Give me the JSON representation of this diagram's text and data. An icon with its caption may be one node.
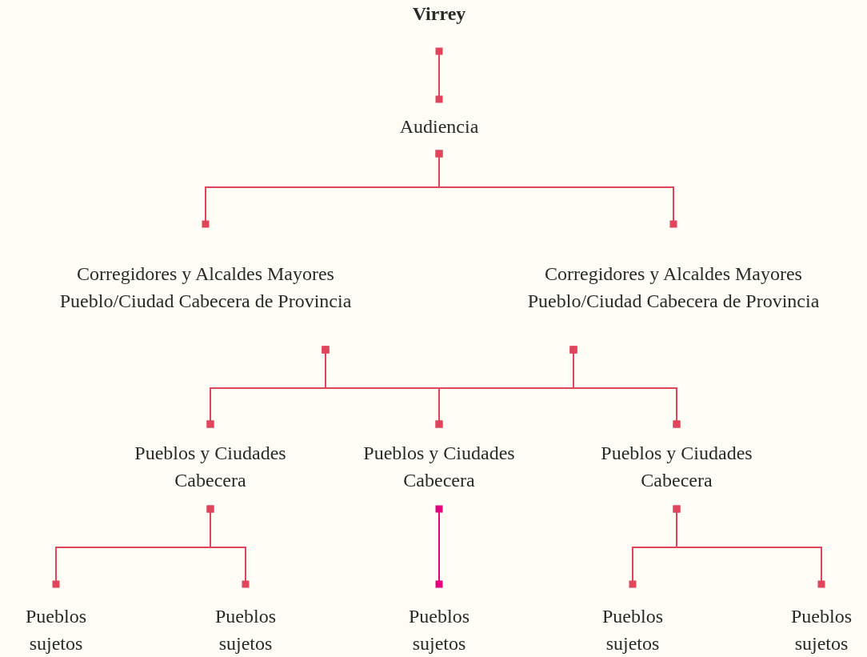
{
  "diagram": {
    "nodes": [
      {
        "text": [
          "Virrey"
        ]
      },
      {
        "text": [
          "Audiencia"
        ]
      },
      {
        "text": [
          "Corregidores y Alcaldes Mayores Pueblo/Ciudad Cabecera de Provincia"
        ]
      },
      {
        "text": [
          "Corregidores y Alcaldes Mayores Pueblo/Ciudad Cabecera de Provincia"
        ]
      },
      {
        "text": [
          "Pueblos y Ciudades Cabecera"
        ]
      },
      {
        "text": [
          "Pueblos y Ciudades Cabecera"
        ]
      },
      {
        "text": [
          "Pueblos y Ciudades Cabecera"
        ]
      },
      {
        "text": [
          "Pueblos sujetos"
        ]
      },
      {
        "text": [
          "Pueblos sujetos"
        ]
      },
      {
        "text": [
          "Pueblos sujetos"
        ]
      },
      {
        "text": [
          "Pueblos sujetos"
        ]
      },
      {
        "text": [
          "Pueblos sujetos"
        ]
      }
    ],
    "edges": [
      {
        "from": 0,
        "to": 1,
        "arrow": "other"
      },
      {
        "from": 1,
        "to": 2,
        "arrow": "other"
      },
      {
        "from": 1,
        "to": 3,
        "arrow": "other"
      },
      {
        "from": 2,
        "to": 4,
        "arrow": "other"
      },
      {
        "from": 2,
        "to": 5,
        "arrow": "other"
      },
      {
        "from": 2,
        "to": 6,
        "arrow": "other"
      },
      {
        "from": 3,
        "to": 4,
        "arrow": "other"
      },
      {
        "from": 3,
        "to": 5,
        "arrow": "other"
      },
      {
        "from": 3,
        "to": 6,
        "arrow": "other"
      },
      {
        "from": 4,
        "to": 7,
        "arrow": "other"
      },
      {
        "from": 4,
        "to": 8,
        "arrow": "other"
      },
      {
        "from": 6,
        "to": 10,
        "arrow": "other"
      },
      {
        "from": 6,
        "to": 11,
        "arrow": "other"
      },
      {
        "from": 5,
        "to": 9,
        "arrow": "other",
        "color": "#e5007d"
      }
    ]
  }
}
